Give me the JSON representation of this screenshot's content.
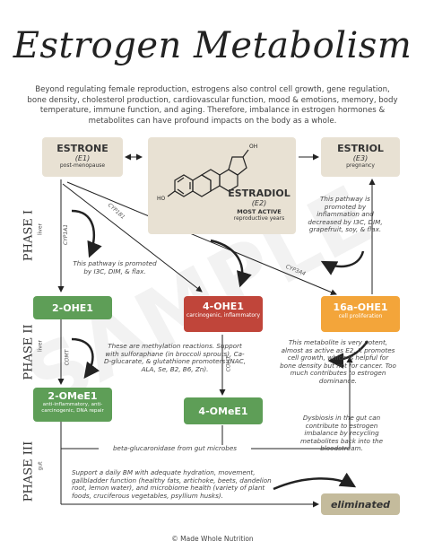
{
  "title": "Estrogen Metabolism",
  "intro": "Beyond regulating female reproduction, estrogens also control cell growth, gene regulation, bone density, cholesterol production, cardiovascular function, mood & emotions, memory, body temperature, immune function, and aging. Therefore, imbalance in estrogen hormones & metabolites can have profound impacts on the body as a whole.",
  "estrone": {
    "name": "ESTRONE",
    "code": "(E1)",
    "desc": "post-menopause"
  },
  "estradiol": {
    "name": "ESTRADIOL",
    "code": "(E2)",
    "tag": "MOST ACTIVE",
    "desc": "reproductive years",
    "oh_top": "OH",
    "ho_left": "HO"
  },
  "estriol": {
    "name": "ESTRIOL",
    "code": "(E3)",
    "desc": "pregnancy"
  },
  "phases": {
    "p1": "PHASE I",
    "p1_sub": "liver",
    "p2": "PHASE II",
    "p2_sub": "liver",
    "p3": "PHASE III",
    "p3_sub": "gut"
  },
  "enzymes": {
    "cyp1a1": "CYP1A1",
    "cyp1b1": "CYP1B1",
    "cyp3a4": "CYP3A4",
    "comt1": "COMT",
    "comt2": "COMT"
  },
  "notes": {
    "estriol_path": "This pathway is promoted by inflammation and decreased by I3C, DIM, grapefruit, soy, & flax.",
    "two_ohe_path": "This pathway is promoted by I3C, DIM, & flax.",
    "methylation": "These are methylation reactions. Support with sulforaphane (in broccoli sprouts), Ca-D-glucarate, & glutathione promoters (NAC, ALA, Se, B2, B6, Zn).",
    "sixteen_potent": "This metabolite is very potent, almost as active as E2. It promotes cell growth, which is helpful for bone density but not for cancer. Too much contributes to estrogen dominance.",
    "dysbiosis": "Dysbiosis in the gut can contribute to estrogen imbalance by recycling metabolites back into the bloodstream.",
    "beta": "beta-glucaronidase from gut microbes",
    "support": "Support a daily BM with adequate hydration, movement, gallbladder function (healthy fats, artichoke, beets, dandelion root, lemon water), and microbiome health (variety of plant foods, cruciferous vegetables, psyllium husks)."
  },
  "metabolites": {
    "two_ohe": {
      "name": "2-OHE1"
    },
    "four_ohe": {
      "name": "4-OHE1",
      "desc": "carcinogenic, inflammatory"
    },
    "sixteen": {
      "name": "16a-OHE1",
      "desc": "cell proliferation"
    },
    "two_ome": {
      "name": "2-OMeE1",
      "desc": "anti-inflammatory, anti-carcinogenic, DNA repair"
    },
    "four_ome": {
      "name": "4-OMeE1"
    },
    "eliminated": {
      "name": "eliminated"
    }
  },
  "watermark": "SAMPLE",
  "footer": "© Made Whole Nutrition",
  "colors": {
    "tan": "#e8e1d3",
    "green": "#5e9e57",
    "red": "#c0453a",
    "orange": "#f3a53a",
    "olive": "#c4bb9c"
  }
}
